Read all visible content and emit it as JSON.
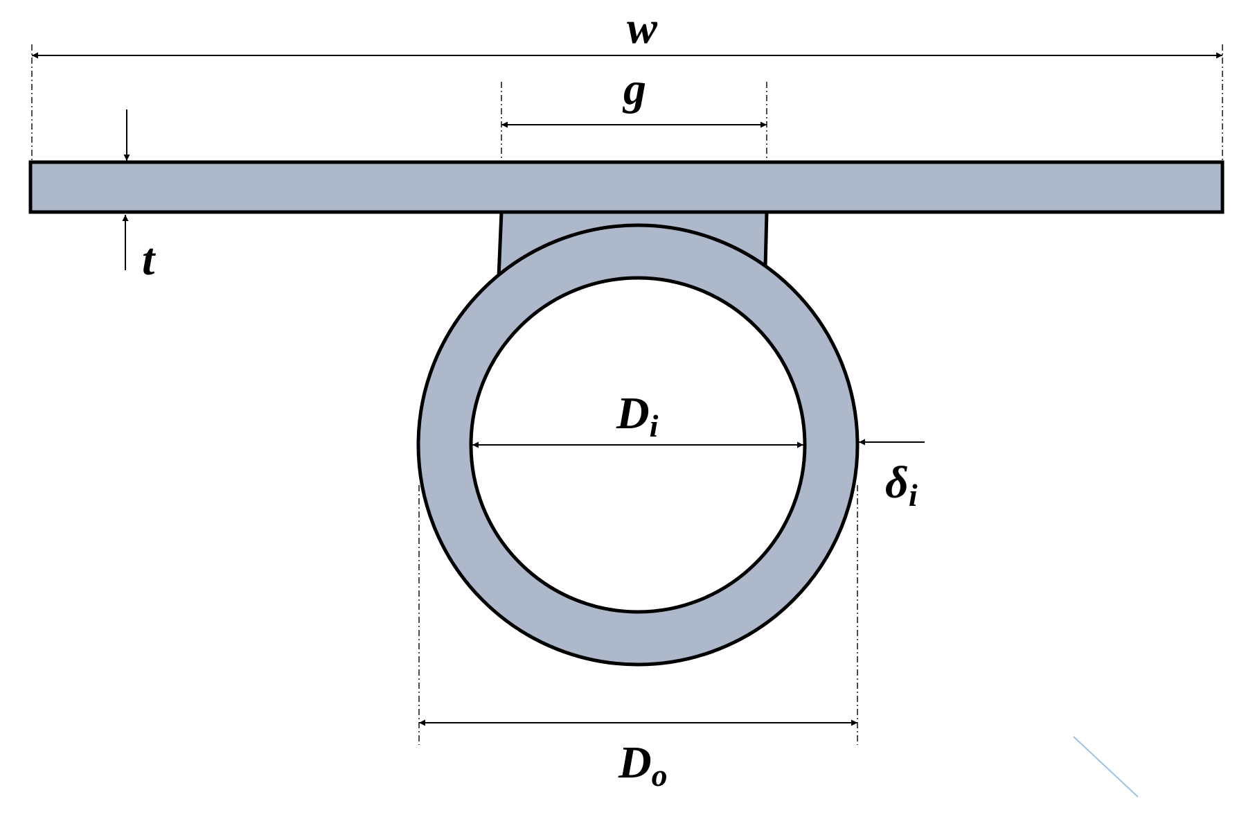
{
  "labels": {
    "width": "w",
    "gap": "g",
    "thickness": "t",
    "inner_diameter": {
      "symbol": "D",
      "subscript": "i"
    },
    "wall_thickness": {
      "symbol": "δ",
      "subscript": "i"
    },
    "outer_diameter": {
      "symbol": "D",
      "subscript": "o"
    }
  },
  "colors": {
    "fill": "#adb9cb",
    "stroke": "#000000",
    "background": "#ffffff",
    "stray_line": "#9dc3e6"
  }
}
